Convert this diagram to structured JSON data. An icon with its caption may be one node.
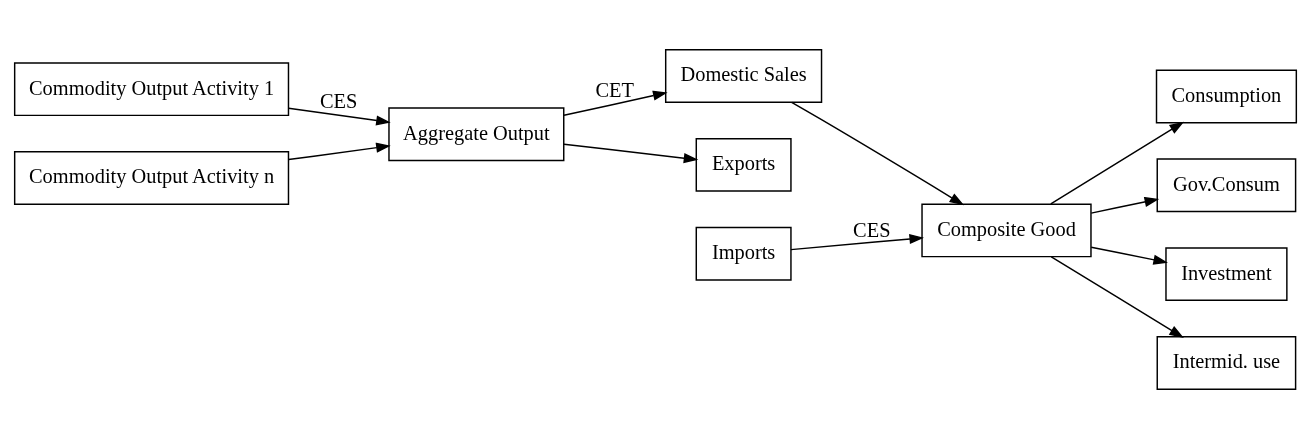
{
  "diagram": {
    "nodes": [
      {
        "text": [
          "Commodity Output Activity 1"
        ]
      },
      {
        "text": [
          "Commodity Output Activity n"
        ]
      },
      {
        "text": [
          "Aggregate Output"
        ]
      },
      {
        "text": [
          "Imports"
        ]
      },
      {
        "text": [
          "Domestic Sales"
        ]
      },
      {
        "text": [
          "Exports"
        ]
      },
      {
        "text": [
          "Composite Good"
        ]
      },
      {
        "text": [
          "Consumption"
        ]
      },
      {
        "text": [
          "Gov.Consum"
        ]
      },
      {
        "text": [
          "Investment"
        ]
      },
      {
        "text": [
          "Intermid. use"
        ]
      }
    ],
    "edges": [
      {
        "from": 0,
        "to": 2,
        "arrow": "to",
        "label": "CES"
      },
      {
        "from": 1,
        "to": 2,
        "arrow": "to"
      },
      {
        "from": 2,
        "to": 4,
        "arrow": "to",
        "label": "CET"
      },
      {
        "from": 2,
        "to": 5,
        "arrow": "to"
      },
      {
        "from": 3,
        "to": 6,
        "arrow": "to",
        "label": "CES"
      },
      {
        "from": 4,
        "to": 6,
        "arrow": "to"
      },
      {
        "from": 6,
        "to": 7,
        "arrow": "to"
      },
      {
        "from": 6,
        "to": 8,
        "arrow": "to"
      },
      {
        "from": 6,
        "to": 9,
        "arrow": "to"
      },
      {
        "from": 6,
        "to": 10,
        "arrow": "to"
      }
    ]
  }
}
